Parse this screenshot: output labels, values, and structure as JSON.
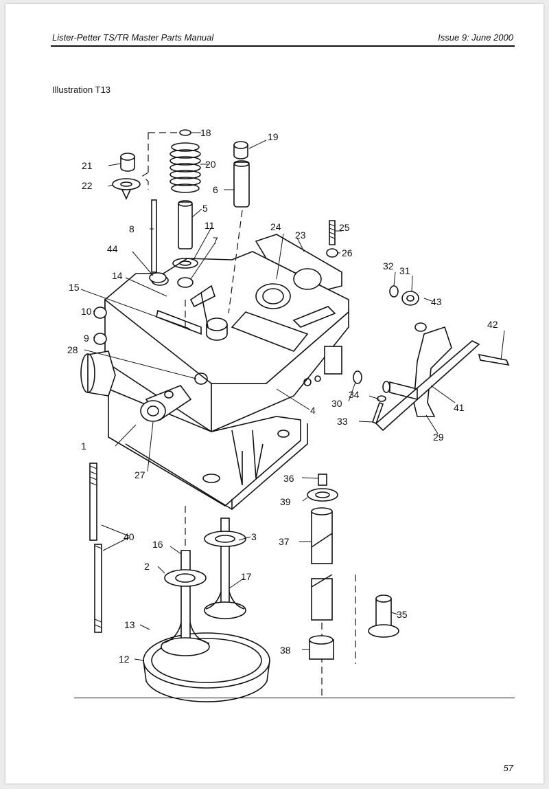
{
  "header": {
    "manual_title": "Lister-Petter TS/TR Master Parts Manual",
    "issue": "Issue 9: June 2000"
  },
  "illustration": {
    "label": "Illustration T13",
    "callouts": [
      "1",
      "2",
      "3",
      "4",
      "5",
      "6",
      "7",
      "8",
      "9",
      "10",
      "11",
      "12",
      "13",
      "14",
      "15",
      "16",
      "17",
      "19",
      "20",
      "21",
      "22",
      "23",
      "24",
      "25",
      "26",
      "27",
      "28",
      "29",
      "30",
      "31",
      "32",
      "33",
      "34",
      "35",
      "36",
      "37",
      "38",
      "39",
      "40",
      "41",
      "42",
      "43",
      "44",
      "18"
    ]
  },
  "footer": {
    "page_number": "57"
  }
}
